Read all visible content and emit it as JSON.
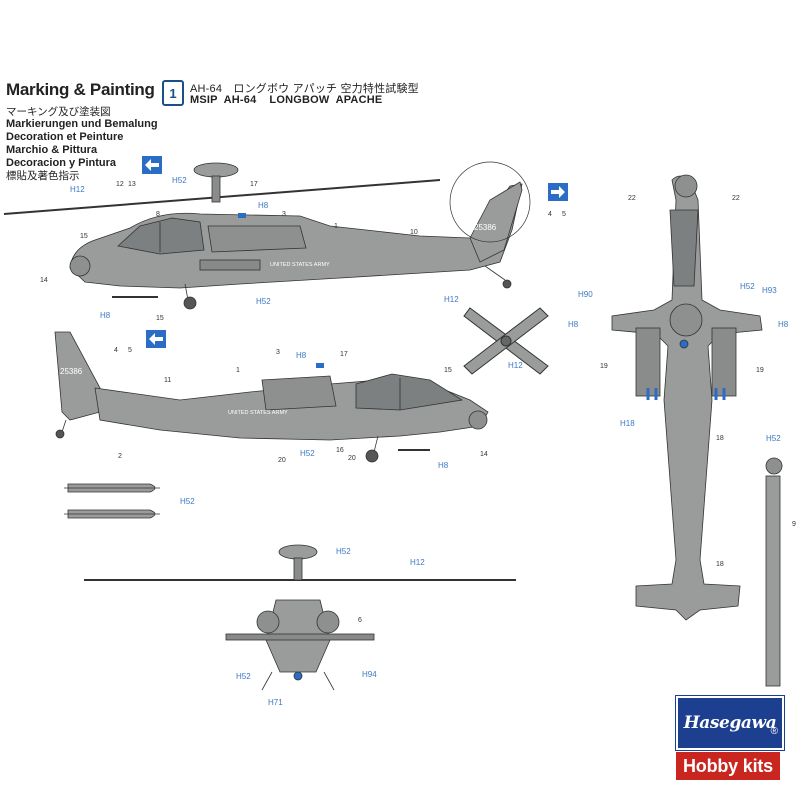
{
  "header": {
    "title": "Marking & Painting",
    "languages": [
      "マーキング及び塗装図",
      "Markierungen und Bemalung",
      "Decoration et Peinture",
      "Marchio & Pittura",
      "Decoracion y Pintura",
      "標貼及著色指示"
    ],
    "variant_number": "1",
    "variant_line1": "AH-64　ロングボウ アパッチ 空力特性試験型",
    "variant_line2": "MSIP  AH-64    LONGBOW  APACHE"
  },
  "paint_codes": {
    "h12": "H12",
    "h52": "H52",
    "h8": "H8",
    "h90": "H90",
    "h93": "H93",
    "h18": "H18",
    "h94": "H94",
    "h71": "H71"
  },
  "decal_numbers": {
    "d1": "1",
    "d2": "2",
    "d3": "3",
    "d4": "4",
    "d5": "5",
    "d6": "6",
    "d8": "8",
    "d9": "9",
    "d10": "10",
    "d11": "11",
    "d12": "12",
    "d13": "13",
    "d14": "14",
    "d15": "15",
    "d16": "16",
    "d17": "17",
    "d18": "18",
    "d19": "19",
    "d20": "20",
    "d22": "22"
  },
  "markings": {
    "serial": "25386",
    "army_text": "UNITED STATES ARMY"
  },
  "brand": {
    "name": "Hasegawa",
    "registered": "®",
    "tagline": "Hobby kits"
  },
  "colors": {
    "helicopter_gray": "#9a9c9c",
    "paint_code_box": "#3c78c4",
    "arrow_blue": "#2b6cc4",
    "brand_blue": "#1d3f8f",
    "brand_red": "#c8261e"
  }
}
